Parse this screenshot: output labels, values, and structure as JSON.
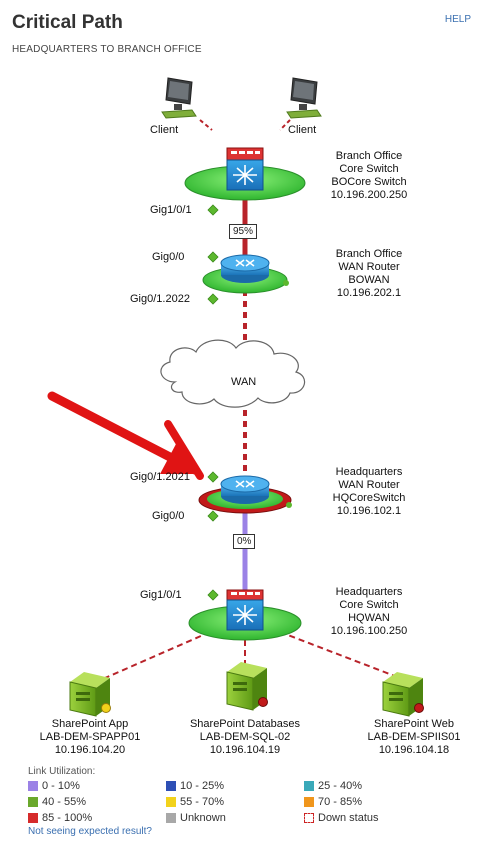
{
  "header": {
    "title": "Critical Path",
    "subtitle": "HEADQUARTERS TO BRANCH OFFICE",
    "help": "HELP"
  },
  "clients": [
    {
      "label": "Client"
    },
    {
      "label": "Client"
    }
  ],
  "devices": {
    "bo_core": {
      "lines": [
        "Branch Office",
        "Core Switch",
        "BOCore Switch",
        "10.196.200.250"
      ]
    },
    "bo_wan": {
      "lines": [
        "Branch Office",
        "WAN Router",
        "BOWAN",
        "10.196.202.1"
      ]
    },
    "hq_wan": {
      "lines": [
        "Headquarters",
        "WAN Router",
        "HQCoreSwitch",
        "10.196.102.1"
      ]
    },
    "hq_core": {
      "lines": [
        "Headquarters",
        "Core Switch",
        "HQWAN",
        "10.196.100.250"
      ]
    }
  },
  "ports": {
    "bo_core_gig": "Gig1/0/1",
    "bo_wan_gig0": "Gig0/0",
    "bo_wan_gig1": "Gig0/1.2022",
    "hq_wan_gig1": "Gig0/1.2021",
    "hq_wan_gig0": "Gig0/0",
    "hq_core_gig": "Gig1/0/1"
  },
  "utilization": {
    "bo_link": "95%",
    "hq_link": "0%"
  },
  "cloud": {
    "label": "WAN"
  },
  "servers": [
    {
      "lines": [
        "SharePoint App",
        "LAB-DEM-SPAPP01",
        "10.196.104.20"
      ]
    },
    {
      "lines": [
        "SharePoint Databases",
        "LAB-DEM-SQL-02",
        "10.196.104.19"
      ]
    },
    {
      "lines": [
        "SharePoint Web",
        "LAB-DEM-SPIIS01",
        "10.196.104.18"
      ]
    }
  ],
  "legend": {
    "title": "Link Utilization:",
    "items": [
      {
        "label": "0 - 10%",
        "color": "#9b82e6"
      },
      {
        "label": "10 - 25%",
        "color": "#2e4fb5"
      },
      {
        "label": "25 - 40%",
        "color": "#3aa9b9"
      },
      {
        "label": "40 - 55%",
        "color": "#6aa82c"
      },
      {
        "label": "55 - 70%",
        "color": "#f2d21b"
      },
      {
        "label": "70 - 85%",
        "color": "#f0961c"
      },
      {
        "label": "85 - 100%",
        "color": "#d62b2b"
      },
      {
        "label": "Unknown",
        "color": "#a8a8a8"
      },
      {
        "label": "Down status",
        "color": "#cc2222"
      }
    ],
    "help_link": "Not seeing expected result?"
  },
  "colors": {
    "link_high": "#b8232a",
    "link_low": "#9b82e6",
    "status_up": "#5cb82e",
    "accent_green": "#3ccc3c"
  }
}
